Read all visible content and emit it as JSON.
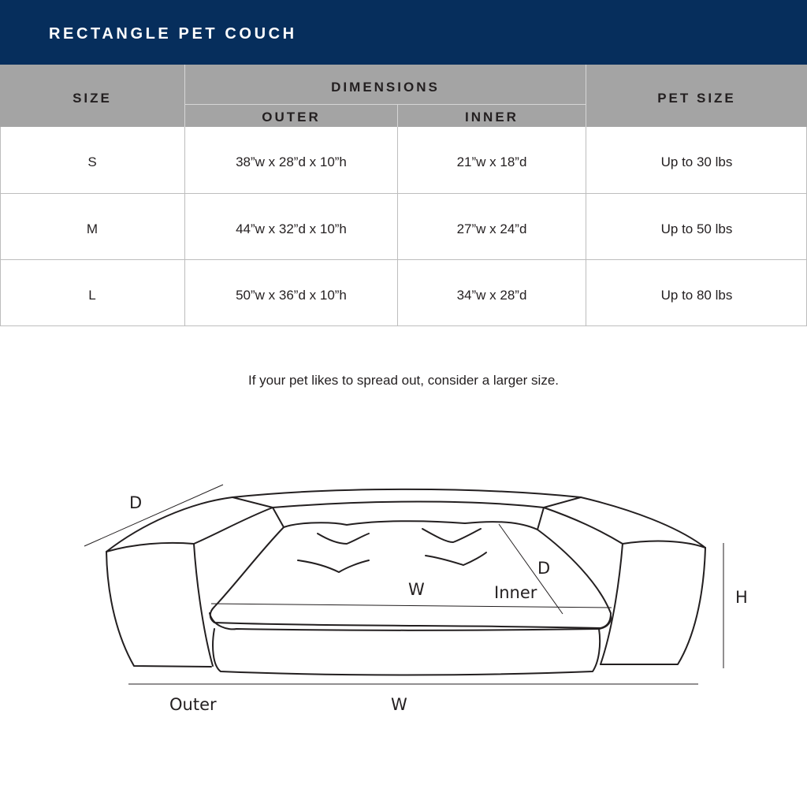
{
  "title": "RECTANGLE PET COUCH",
  "table": {
    "headers": {
      "size": "SIZE",
      "dimensions": "DIMENSIONS",
      "outer": "OUTER",
      "inner": "INNER",
      "pet_size": "PET SIZE"
    },
    "rows": [
      {
        "size": "S",
        "outer": "38”w x 28”d x 10”h",
        "inner": "21”w x 18”d",
        "pet_size": "Up to 30 lbs"
      },
      {
        "size": "M",
        "outer": "44”w x 32”d x 10”h",
        "inner": "27”w x 24”d",
        "pet_size": "Up to 50 lbs"
      },
      {
        "size": "L",
        "outer": "50”w x 36”d x 10”h",
        "inner": "34”w x 28”d",
        "pet_size": "Up to 80 lbs"
      }
    ]
  },
  "note": "If your pet likes to spread out, consider a larger size.",
  "diagram": {
    "labels": {
      "outer_depth": "D",
      "inner_depth": "D",
      "inner_width": "W",
      "inner": "Inner",
      "height": "H",
      "outer": "Outer",
      "outer_width": "W"
    }
  },
  "colors": {
    "title_bar": "#062e5c",
    "header_bg": "#a4a4a4",
    "grid_line": "#bdbdbd",
    "text": "#231f20"
  }
}
